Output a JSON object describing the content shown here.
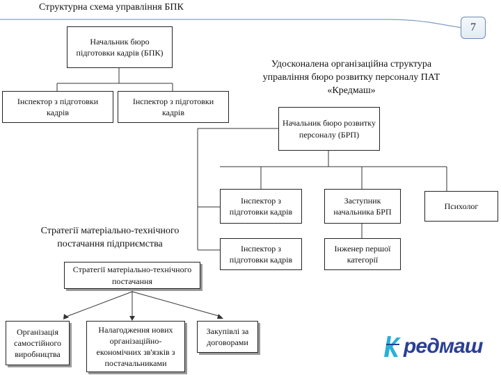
{
  "page_number": "7",
  "header": {
    "title": "Структурна схема управління БПК"
  },
  "old_structure": {
    "head": "Начальник бюро підготовки кадрів (БПК)",
    "inspector_1": "Інспектор з підготовки кадрів",
    "inspector_2": "Інспектор з підготовки кадрів"
  },
  "new_structure": {
    "title": "Удосконалена організаційна структура управління бюро розвитку персоналу ПАТ «Кредмаш»",
    "head": "Начальник бюро розвитку персоналу (БРП)",
    "inspector_1": "Інспектор з підготовки кадрів",
    "inspector_2": "Інспектор з підготовки кадрів",
    "deputy": "Заступник начальника БРП",
    "engineer": "Інженер першої категорії",
    "psychologist": "Психолог"
  },
  "strategy": {
    "caption": "Стратегії матеріально-технічного постачання підприємства",
    "top_box": "Стратегії матеріально-технічного постачання",
    "child_1": "Організація самостійного виробництва",
    "child_2": "Налагодження нових організаційно-економічних зв'язків з постачальниками",
    "child_3": "Закупівлі за договорами"
  },
  "logo": {
    "text": "редмаш",
    "brand_color": "#2a3f94",
    "accent_color": "#2ab0d8"
  }
}
